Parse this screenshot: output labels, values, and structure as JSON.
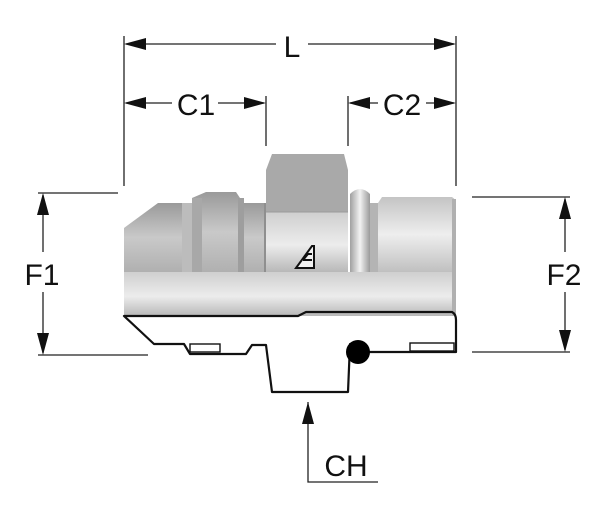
{
  "title": "Straight adapter fitting – dimension drawing",
  "dimensions": {
    "L": "L",
    "C1": "C1",
    "C2": "C2",
    "F1": "F1",
    "F2": "F2",
    "CH": "CH"
  },
  "logo": {
    "semantic": "brand-logo-icon"
  },
  "colors": {
    "hex_fill": "#a9a9a9",
    "body_light": "#e4e4e4",
    "body_mid": "#c8c8c8",
    "body_dark": "#8e8e8e",
    "section_hatch": "#111111",
    "oring": "#000000"
  }
}
